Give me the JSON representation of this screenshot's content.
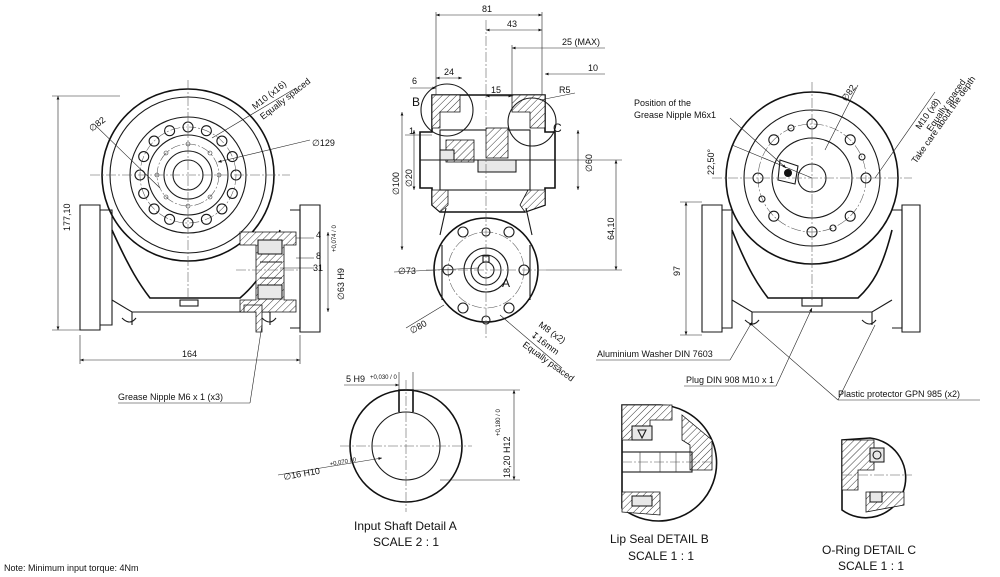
{
  "dimensions": {
    "d82_left": "∅82",
    "d129": "∅129",
    "h177": "177,10",
    "w164": "164",
    "m10x16_a": "M10 (x16)",
    "m10x16_b": "Equally spaced",
    "d4": "4",
    "d8": "8",
    "d31": "31",
    "d63": "∅63 H9",
    "d63_tol": "+0,074 / 0",
    "d81": "81",
    "d43": "43",
    "d25": "25 (MAX)",
    "d10": "10",
    "d6": "6",
    "d24": "24",
    "d15": "15",
    "r5": "R5",
    "d1": "1",
    "d100": "∅100",
    "d20": "∅20",
    "d60": "∅60",
    "d64": "64,10",
    "d73": "∅73",
    "d80": "∅80",
    "m8_a": "M8 (x2)",
    "m8_b": "↧16mm",
    "m8_c": "Equally psaced",
    "label_a": "A",
    "label_b": "B",
    "label_c": "C",
    "d82_right": "∅82",
    "angle": "22,50°",
    "m10x8_a": "M10 (x8)",
    "m10x8_b": "Equally spaced",
    "m10x8_c": "Take care about the depth",
    "d97": "97",
    "key_w": "5 H9",
    "key_w_tol": "+0,030 / 0",
    "bore": "∅16 H10",
    "bore_tol": "+0,070 / 0",
    "key_h": "18,20 H12",
    "key_h_tol": "+0,180 / 0"
  },
  "callouts": {
    "grease_position_1": "Position of the",
    "grease_position_2": "Grease Nipple M6x1",
    "washer": "Aluminium Washer DIN 7603",
    "plug": "Plug DIN 908 M10 x 1",
    "protector": "Plastic protector GPN 985 (x2)",
    "grease_nipple": "Grease Nipple M6 x 1 (x3)"
  },
  "details": {
    "a_title": "Input Shaft Detail A",
    "a_scale": "SCALE 2 : 1",
    "b_title": "Lip Seal DETAIL B",
    "b_scale": "SCALE 1 : 1",
    "c_title": "O-Ring DETAIL C",
    "c_scale": "SCALE 1 : 1"
  },
  "note": "Note: Minimum input torque: 4Nm"
}
